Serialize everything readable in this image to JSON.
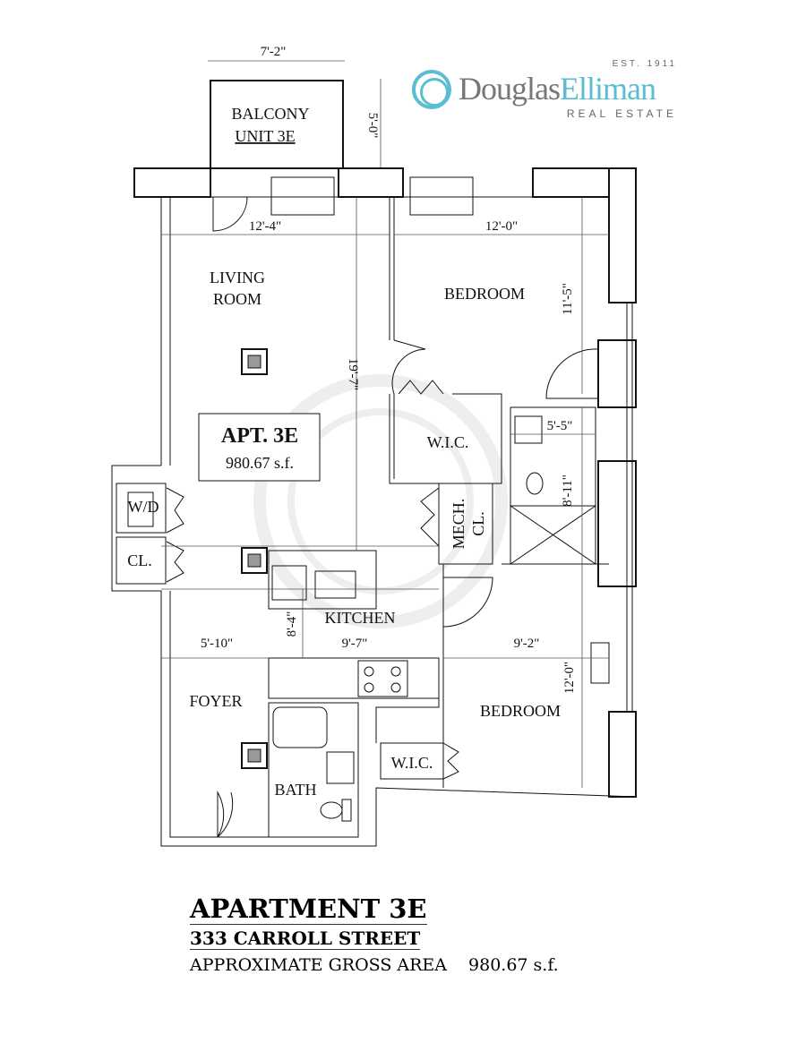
{
  "logo": {
    "brand_first": "Douglas",
    "brand_second": "Elliman",
    "est": "EST. 1911",
    "subtitle": "REAL ESTATE"
  },
  "rooms": {
    "balcony": "BALCONY",
    "balcony_unit": "UNIT 3E",
    "living_1": "LIVING",
    "living_2": "ROOM",
    "bedroom_top": "BEDROOM",
    "bedroom_bottom": "BEDROOM",
    "wic_top": "W.I.C.",
    "wic_bottom": "W.I.C.",
    "mech_1": "MECH.",
    "mech_2": "CL.",
    "wd": "W/D",
    "cl": "CL.",
    "kitchen": "KITCHEN",
    "foyer": "FOYER",
    "bath": "BATH",
    "apt_label": "APT. 3E",
    "apt_area": "980.67 s.f."
  },
  "dimensions": {
    "balcony_width": "7'-2\"",
    "balcony_depth": "5'-0\"",
    "living_width": "12'-4\"",
    "living_depth": "19'-7\"",
    "bedroom_top_width": "12'-0\"",
    "bedroom_top_depth": "11'-5\"",
    "bath_width": "5'-5\"",
    "bath_depth": "8'-11\"",
    "kitchen_depth": "8'-4\"",
    "kitchen_width": "9'-7\"",
    "foyer_width": "5'-10\"",
    "bedroom_bottom_width": "9'-2\"",
    "bedroom_bottom_depth": "12'-0\""
  },
  "caption": {
    "title": "APARTMENT 3E",
    "address": "333 CARROLL STREET",
    "area_label": "APPROXIMATE GROSS AREA",
    "area_value": "980.67 s.f."
  }
}
